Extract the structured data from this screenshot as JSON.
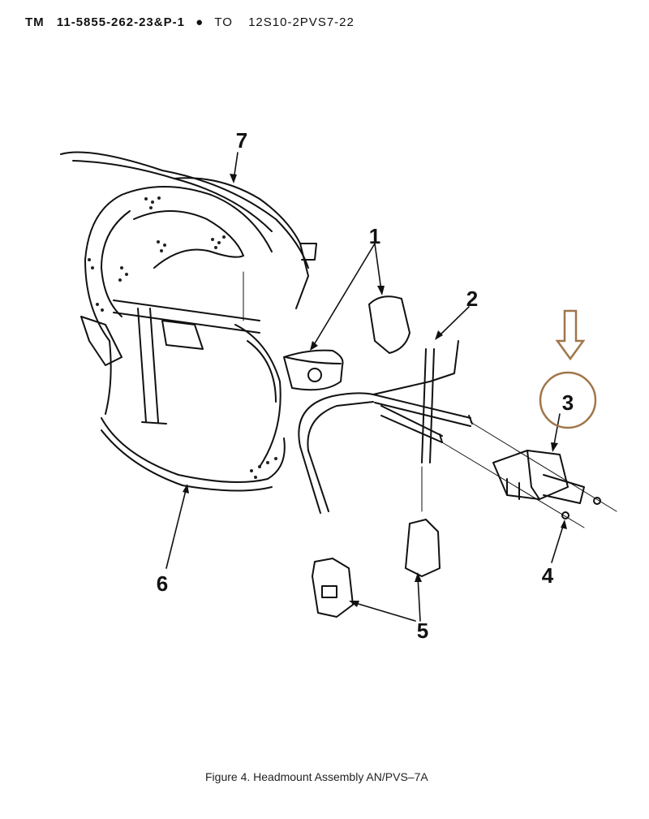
{
  "header": {
    "tm_label": "TM",
    "tm_number": "11-5855-262-23&P-1",
    "bullet": "●",
    "to_label": "TO",
    "to_number": "12S10-2PVS7-22"
  },
  "figure": {
    "callouts": [
      "1",
      "2",
      "3",
      "4",
      "5",
      "6",
      "7"
    ],
    "highlight_color": "#a0764a",
    "highlighted_callout": "3"
  },
  "caption": "Figure 4. Headmount Assembly AN/PVS–7A"
}
